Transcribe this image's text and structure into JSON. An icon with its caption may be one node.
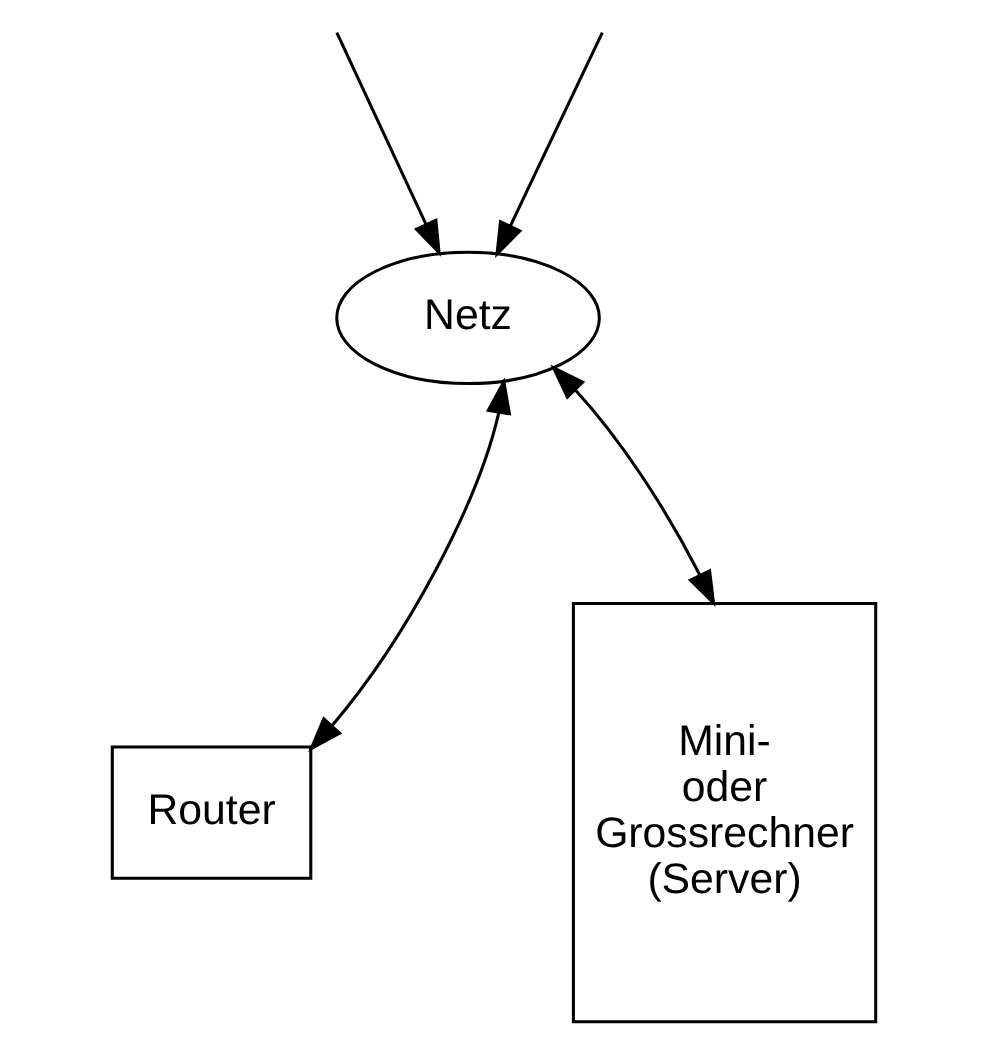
{
  "diagram": {
    "nodes": [
      {
        "text": [
          "Netz"
        ]
      },
      {
        "text": [
          "Router"
        ]
      },
      {
        "text": [
          "Mini- oder Grossrechner (Server)"
        ]
      }
    ],
    "edges": [
      {
        "from": null,
        "to": 0,
        "arrow": "to"
      },
      {
        "from": null,
        "to": 0,
        "arrow": "to"
      },
      {
        "from": 1,
        "to": 0,
        "arrow": "both"
      },
      {
        "from": 2,
        "to": 0,
        "arrow": "both"
      }
    ]
  }
}
